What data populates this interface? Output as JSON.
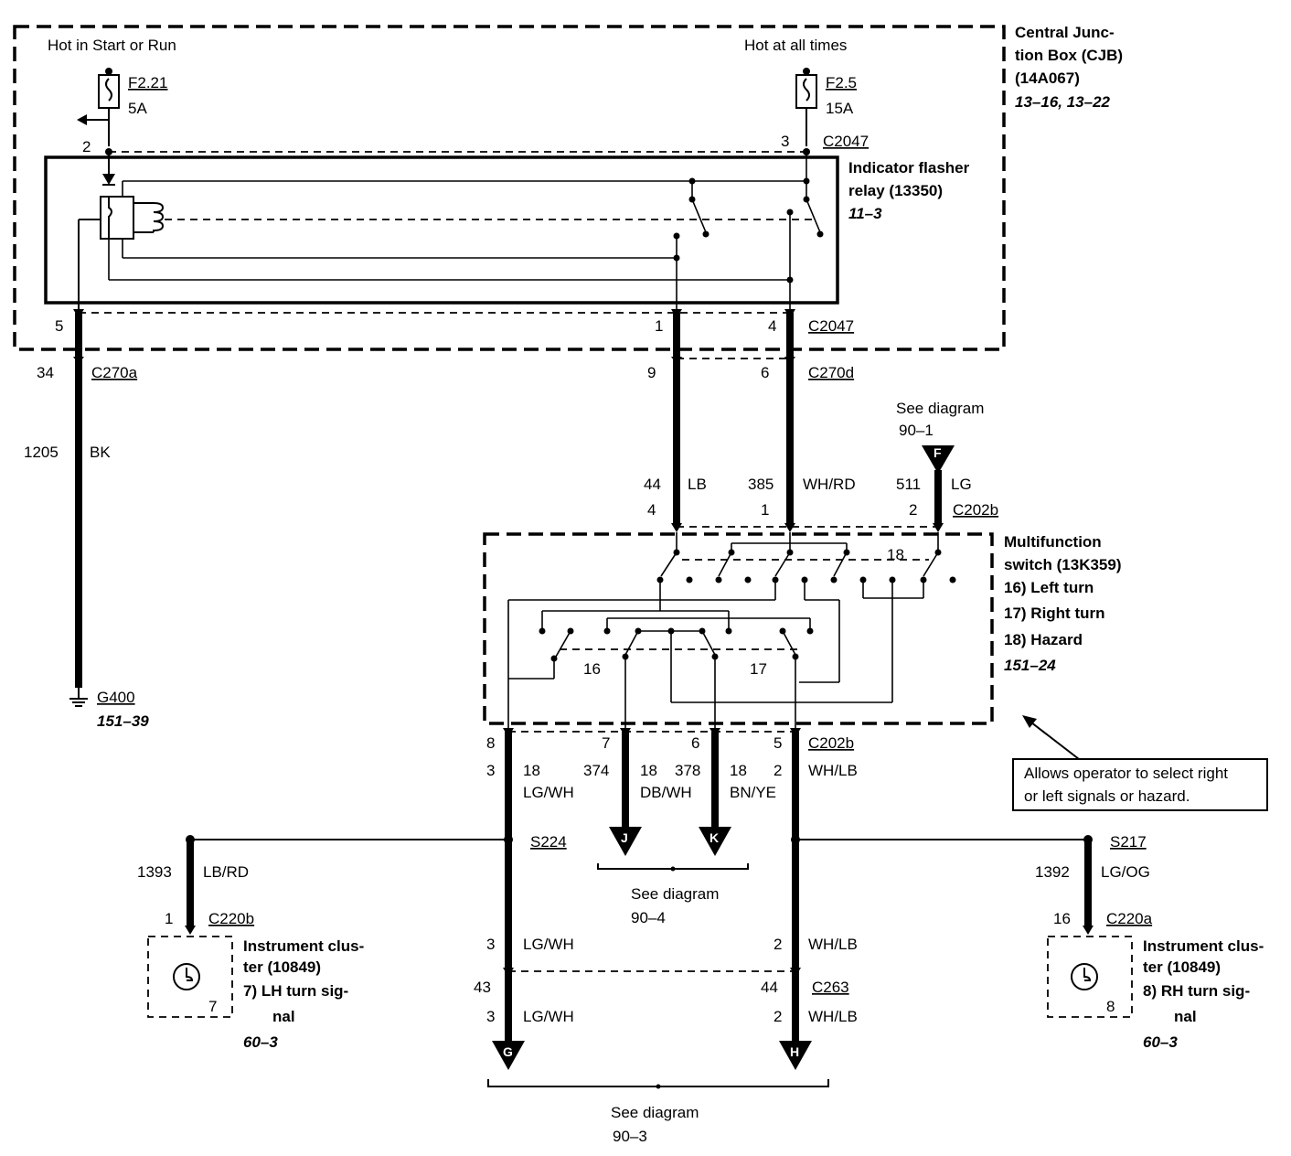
{
  "cjb": {
    "title_1": "Central Junc-",
    "title_2": "tion Box (CJB)",
    "title_3": "(14A067)",
    "ref": "13–16, 13–22",
    "hot_start_run": "Hot in Start or Run",
    "hot_all_times": "Hot at all times",
    "fuse_a_id": "F2.21",
    "fuse_a_rating": "5A",
    "fuse_b_id": "F2.5",
    "fuse_b_rating": "15A"
  },
  "relay": {
    "title_1": "Indicator flasher",
    "title_2": "relay (13350)",
    "ref": "11–3",
    "pin_top_left": "2",
    "pin_top_right": "3",
    "connector_top": "C2047",
    "pin_bot_left": "5",
    "pin_bot_mid": "1",
    "pin_bot_right": "4",
    "connector_bot": "C2047"
  },
  "c270": {
    "pin_a": "34",
    "conn_a": "C270a",
    "pin_d1": "9",
    "pin_d2": "6",
    "conn_d": "C270d"
  },
  "ground": {
    "circuit": "1205",
    "color": "BK",
    "id": "G400",
    "ref": "151–39"
  },
  "mfs_inputs": {
    "see_diagram": "See diagram",
    "see_ref": "90–1",
    "f_label": "F",
    "w1_circuit": "44",
    "w1_color": "LB",
    "w1_pin": "4",
    "w2_circuit": "385",
    "w2_color": "WH/RD",
    "w2_pin": "1",
    "w3_circuit": "511",
    "w3_color": "LG",
    "w3_pin": "2",
    "connector": "C202b"
  },
  "mfs": {
    "title_1": "Multifunction",
    "title_2": "switch (13K359)",
    "item_16": "16) Left turn",
    "item_17": "17) Right turn",
    "item_18": "18) Hazard",
    "ref": "151–24",
    "sw16": "16",
    "sw17": "17",
    "sw18": "18"
  },
  "mfs_outputs": {
    "pin_8": "8",
    "pin_7": "7",
    "pin_6": "6",
    "pin_5": "5",
    "connector": "C202b",
    "g_circuit": "3",
    "g_gauge": "18",
    "g_color": "LG/WH",
    "j_circuit": "374",
    "j_gauge": "18",
    "j_color": "DB/WH",
    "k_circuit": "378",
    "k_gauge": "18",
    "k_color": "BN/YE",
    "h_circuit": "2",
    "h_color": "WH/LB",
    "j_label": "J",
    "k_label": "K",
    "see_diagram": "See diagram",
    "see_ref": "90–4"
  },
  "note": {
    "line_1": "Allows operator to select right",
    "line_2": "or left signals or hazard."
  },
  "splices": {
    "left": "S224",
    "right": "S217"
  },
  "left_cluster": {
    "circuit": "1393",
    "color": "LB/RD",
    "pin": "1",
    "connector": "C220b",
    "title_1": "Instrument clus-",
    "title_2": "ter (10849)",
    "item_1": "7)   LH turn sig-",
    "item_2": "nal",
    "ref": "60–3",
    "bulb_num": "7"
  },
  "right_cluster": {
    "circuit": "1392",
    "color": "LG/OG",
    "pin": "16",
    "connector": "C220a",
    "title_1": "Instrument clus-",
    "title_2": "ter (10849)",
    "item_1": "8)   RH turn sig-",
    "item_2": "nal",
    "ref": "60–3",
    "bulb_num": "8"
  },
  "lower": {
    "g_circuit_top": "3",
    "g_color_top": "LG/WH",
    "h_circuit_top": "2",
    "h_color_top": "WH/LB",
    "pin_g": "43",
    "pin_h": "44",
    "connector": "C263",
    "g_circuit_bot": "3",
    "g_color_bot": "LG/WH",
    "h_circuit_bot": "2",
    "h_color_bot": "WH/LB",
    "g_label": "G",
    "h_label": "H",
    "see_diagram": "See diagram",
    "see_ref": "90–3"
  }
}
